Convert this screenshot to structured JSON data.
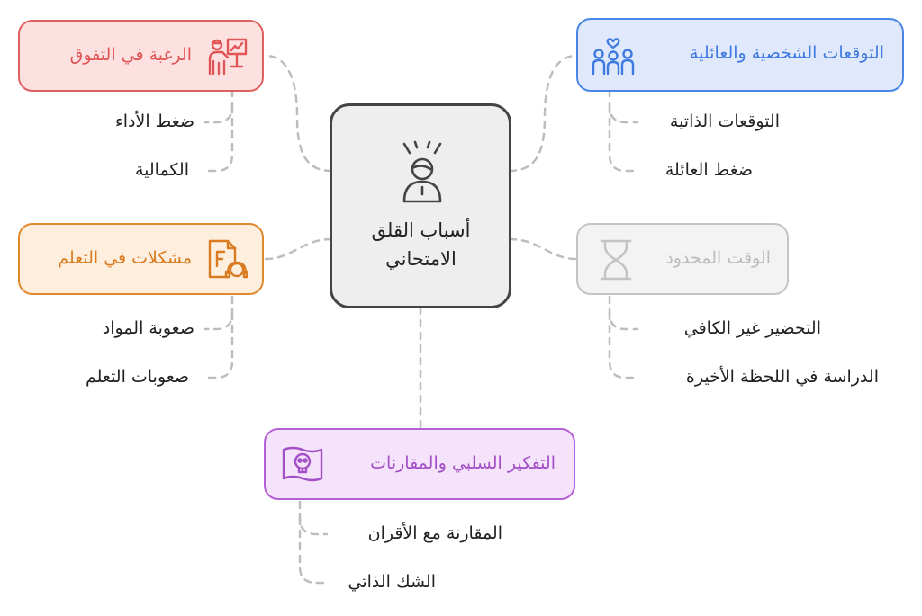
{
  "center": {
    "line1": "أسباب القلق",
    "line2": "الامتحاني"
  },
  "branches": {
    "desire": {
      "title": "الرغبة في التفوق",
      "items": [
        "ضغط الأداء",
        "الكمالية"
      ]
    },
    "expect": {
      "title": "التوقعات الشخصية والعائلية",
      "items": [
        "التوقعات الذاتية",
        "ضغط العائلة"
      ]
    },
    "learning": {
      "title": "مشكلات في التعلم",
      "items": [
        "صعوبة المواد",
        "صعوبات التعلم"
      ]
    },
    "time": {
      "title": "الوقت المحدود",
      "items": [
        "التحضير غير الكافي",
        "الدراسة في اللحظة الأخيرة"
      ]
    },
    "negative": {
      "title": "التفكير السلبي والمقارنات",
      "items": [
        "المقارنة مع الأقران",
        "الشك الذاتي"
      ]
    }
  },
  "colors": {
    "red": "#e06060",
    "blue": "#4a86e8",
    "orange": "#e08a2e",
    "gray": "#bdbdbd",
    "purple": "#b65fd6",
    "center": "#444444"
  },
  "icons": {
    "center": "stressed-person-icon",
    "desire": "presenter-chart-icon",
    "expect": "family-heart-icon",
    "learning": "failed-document-icon",
    "time": "hourglass-icon",
    "negative": "skull-flag-icon"
  }
}
